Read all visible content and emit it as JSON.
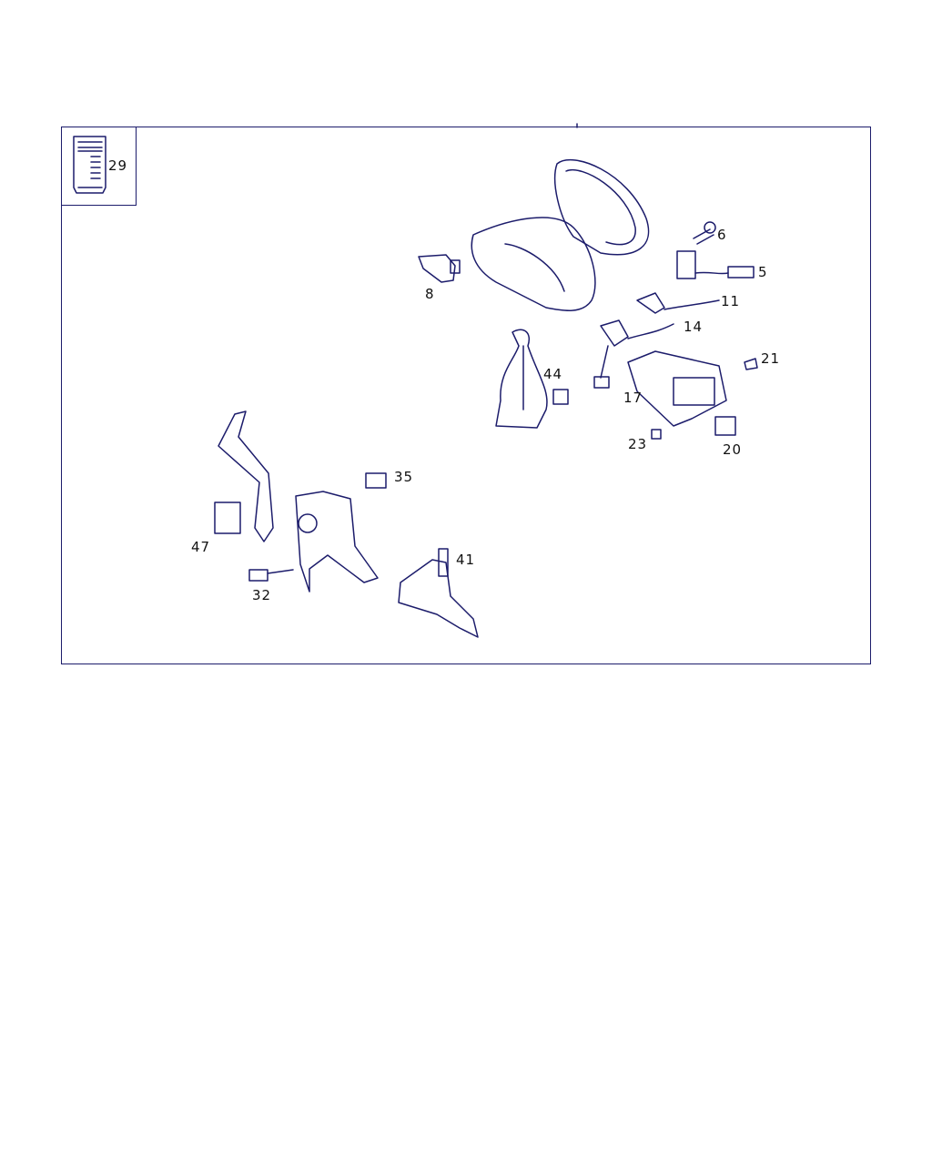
{
  "legend": {
    "number": "29"
  },
  "callouts": [
    {
      "id": "6"
    },
    {
      "id": "5"
    },
    {
      "id": "8"
    },
    {
      "id": "11"
    },
    {
      "id": "14"
    },
    {
      "id": "21"
    },
    {
      "id": "44"
    },
    {
      "id": "17"
    },
    {
      "id": "23"
    },
    {
      "id": "20"
    },
    {
      "id": "35"
    },
    {
      "id": "47"
    },
    {
      "id": "41"
    },
    {
      "id": "32"
    }
  ],
  "colors": {
    "line": "#1c1c6b"
  }
}
